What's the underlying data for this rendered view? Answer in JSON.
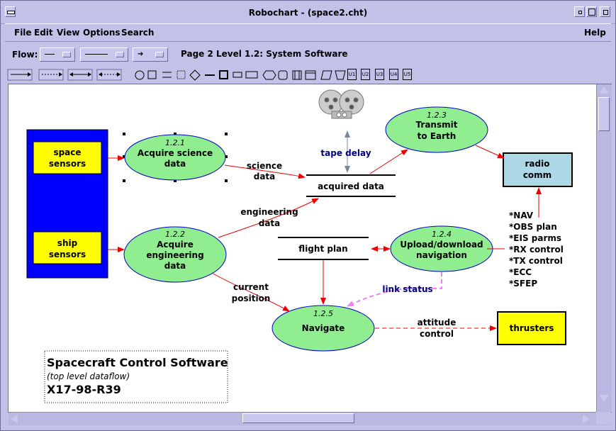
{
  "window": {
    "title": "Robochart - (space2.cht)"
  },
  "menu": {
    "file": "File",
    "edit": "Edit",
    "view": "View",
    "options": "Options",
    "search": "Search",
    "help": "Help"
  },
  "toolbar": {
    "flow_label": "Flow:",
    "page_info": "Page  2  Level 1.2: System Software"
  },
  "shape_palette": {
    "u1": "U1",
    "u2": "U2",
    "u3": "U3",
    "u4": "U4",
    "u5": "U5"
  },
  "colors": {
    "process_fill": "#90ee90",
    "process_stroke": "#0000cc",
    "terminator_fill": "#ffff00",
    "external_box": "#0000ff",
    "radio_fill": "#add8e6",
    "flow_arrow": "#ee0000",
    "control_flow": "#ee82ee",
    "label_blue": "#000080"
  },
  "diagram": {
    "processes": [
      {
        "id": "1.2.1",
        "line1": "Acquire science",
        "line2": "data"
      },
      {
        "id": "1.2.2",
        "line1": "Acquire",
        "line2": "engineering",
        "line3": "data"
      },
      {
        "id": "1.2.3",
        "line1": "Transmit",
        "line2": "to Earth"
      },
      {
        "id": "1.2.4",
        "line1": "Upload/download",
        "line2": "navigation"
      },
      {
        "id": "1.2.5",
        "line1": "Navigate"
      }
    ],
    "terminators": {
      "space_sensors": [
        "space",
        "sensors"
      ],
      "ship_sensors": [
        "ship",
        "sensors"
      ],
      "thrusters": "thrusters",
      "radio_comm": [
        "radio",
        "comm"
      ]
    },
    "stores": {
      "acquired": "acquired data",
      "flight_plan": "flight plan"
    },
    "flows": {
      "science_data": [
        "science",
        "data"
      ],
      "engineering_data": [
        "engineering",
        "data"
      ],
      "current_position": [
        "current",
        "position"
      ],
      "attitude_control": [
        "attitude",
        "control"
      ],
      "tape_delay": "tape delay",
      "link_status": "link status"
    },
    "radio_items": [
      "*NAV",
      "*OBS plan",
      "*EIS parms",
      "*RX control",
      "*TX control",
      "*ECC",
      "*SFEP"
    ],
    "note": {
      "title": "Spacecraft Control Software",
      "subtitle": "(top level dataflow)",
      "code": "X17-98-R39"
    }
  }
}
